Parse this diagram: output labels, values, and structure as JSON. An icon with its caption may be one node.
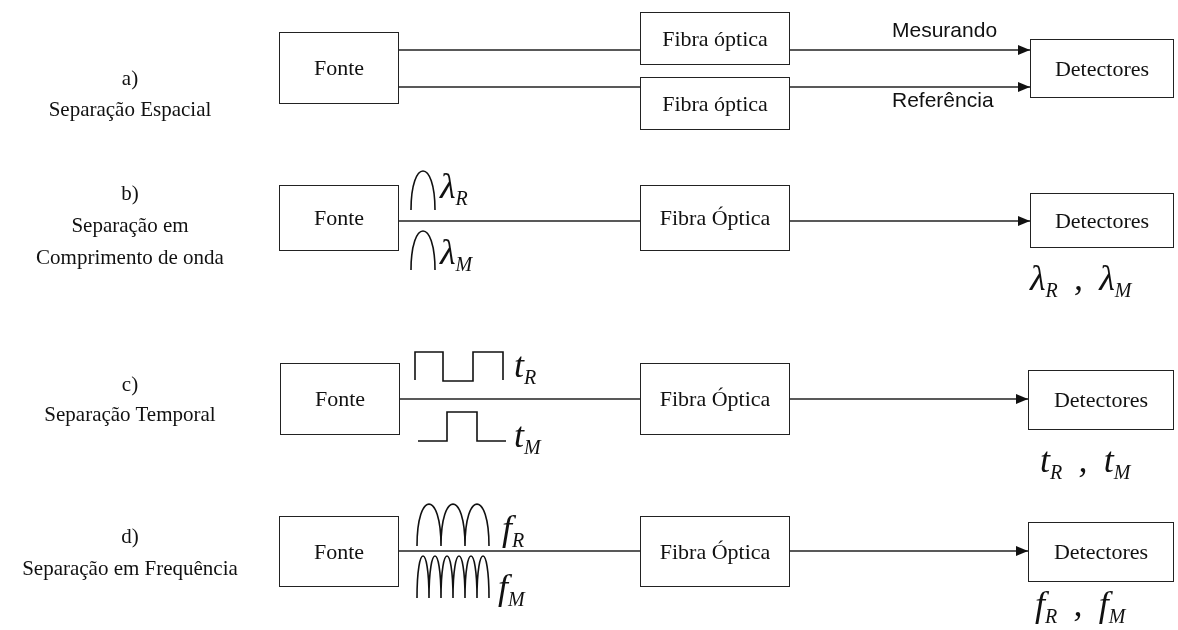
{
  "diagram": {
    "nodes": [
      {
        "text": [
          "Fonte"
        ]
      },
      {
        "text": [
          "Fibra óptica"
        ]
      },
      {
        "text": [
          "Fibra óptica"
        ]
      },
      {
        "text": [
          "Detectores"
        ]
      },
      {
        "text": [
          "Fonte"
        ]
      },
      {
        "text": [
          "Fibra Óptica"
        ]
      },
      {
        "text": [
          "Detectores"
        ],
        "beside": [
          "λ$_{R}$ , λ$_{M}$"
        ]
      },
      {
        "text": [
          "Fonte"
        ]
      },
      {
        "text": [
          "Fibra Óptica"
        ]
      },
      {
        "text": [
          "Detectores"
        ],
        "beside": [
          "t$_{R}$ , t$_{M}$"
        ]
      },
      {
        "text": [
          "Fonte"
        ]
      },
      {
        "text": [
          "Fibra Óptica"
        ]
      },
      {
        "text": [
          "Detectores"
        ],
        "beside": [
          "f$_{R}$ , f$_{M}$"
        ]
      }
    ],
    "edges": [
      {
        "from": 0,
        "to": 1,
        "arrow": "none"
      },
      {
        "from": 0,
        "to": 2,
        "arrow": "none"
      },
      {
        "from": 1,
        "to": 3,
        "arrow": "to",
        "label": "Mesurando"
      },
      {
        "from": 2,
        "to": 3,
        "arrow": "to",
        "label": "Referência"
      },
      {
        "from": 4,
        "to": 5,
        "arrow": "none"
      },
      {
        "from": 5,
        "to": 6,
        "arrow": "to"
      },
      {
        "from": 7,
        "to": 8,
        "arrow": "none"
      },
      {
        "from": 8,
        "to": 9,
        "arrow": "to"
      },
      {
        "from": 10,
        "to": 11,
        "arrow": "none"
      },
      {
        "from": 11,
        "to": 12,
        "arrow": "to"
      }
    ],
    "labels": [
      "a)",
      "Separação Espacial",
      "b)",
      "Separação em Comprimento de onda",
      "λ$_{R}$",
      "λ$_{M}$",
      "c)",
      "Separação Temporal",
      "t$_{R}$",
      "t$_{M}$",
      "d)",
      "Separação em Frequência",
      "f$_{R}$",
      "f$_{M}$"
    ]
  }
}
